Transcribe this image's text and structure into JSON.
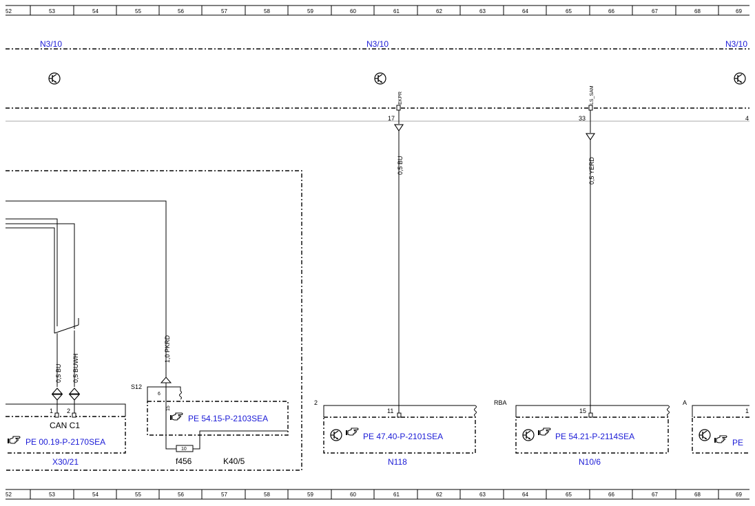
{
  "ruler": {
    "columns": [
      "52",
      "53",
      "54",
      "55",
      "56",
      "57",
      "58",
      "59",
      "60",
      "61",
      "62",
      "63",
      "64",
      "65",
      "66",
      "67",
      "68",
      "69"
    ]
  },
  "headers": {
    "n3_10_left": "N3/10",
    "n3_10_mid": "N3/10",
    "n3_10_right": "N3/10"
  },
  "top_pins": {
    "ekpr_signal": "EKPR",
    "ekpr_pin": "17",
    "ls_sam_signal": "LS_SAM",
    "ls_sam_pin": "33",
    "right_pin_partial": "4"
  },
  "wires": {
    "bu_n118": "0,5 BU",
    "yerd_n10": "0,5 YERD",
    "bu_can": "0,5 BU",
    "buwh_can": "0,5 BUWH",
    "pkrd_k40": "1,0 PKRD"
  },
  "components": {
    "x30_21": {
      "pin1": "1",
      "pin2": "2",
      "can": "CAN C1",
      "ref": "PE 00.19-P-2170SEA",
      "name": "X30/21"
    },
    "k40_5": {
      "s12": "S12",
      "pin6": "6",
      "pin15": "15",
      "fuse": "10",
      "fuse_name": "f456",
      "ref": "PE 54.15-P-2103SEA",
      "name": "K40/5"
    },
    "n118": {
      "pin_group": "2",
      "pin": "11",
      "ref": "PE 47.40-P-2101SEA",
      "name": "N118"
    },
    "n10_6": {
      "pin_group": "RBA",
      "pin": "15",
      "ref": "PE 54.21-P-2114SEA",
      "name": "N10/6"
    },
    "a_partial": {
      "pin_group": "A",
      "pin": "1",
      "ref": "PE"
    }
  },
  "icons": {
    "hand": "pointing-hand-icon",
    "transistor": "transistor-icon"
  }
}
